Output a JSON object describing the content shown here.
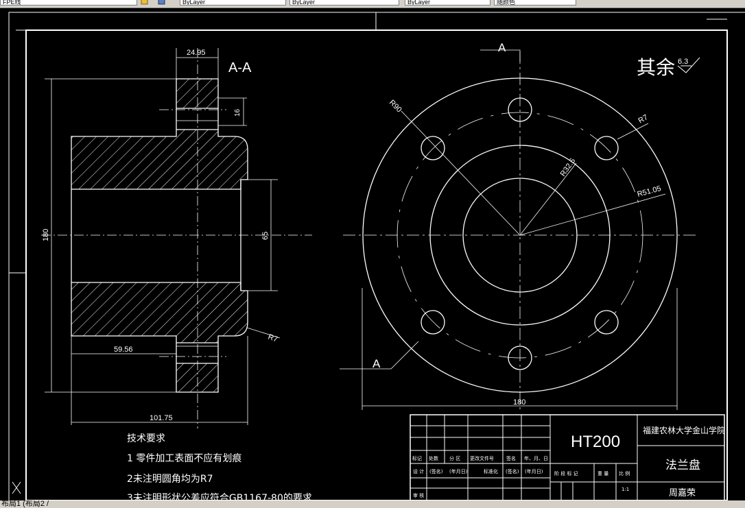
{
  "toolbar": {
    "layer_value": "FPE线",
    "prop_color": "ByLayer",
    "prop_linetype": "ByLayer",
    "prop_lineweight": "ByLayer",
    "prop_plotstyle": "随颜色"
  },
  "drawing": {
    "section_label": "A-A",
    "section_mark": "A",
    "roughness_prefix": "其余",
    "roughness_value": "6.3",
    "dims": {
      "d_24_95": "24.95",
      "d_16": "16",
      "d_180_left": "180",
      "d_65": "65",
      "d_r7_left": "R7",
      "d_59_56": "59.56",
      "d_101_75": "101.75",
      "d_r90": "R90",
      "d_r7_right": "R7",
      "d_r32_5": "R32.5",
      "d_r51_05": "R51.05",
      "d_180_bottom": "180"
    },
    "notes": {
      "title": "技术要求",
      "line1": "1 零件加工表面不应有划痕",
      "line2": "2未注明圆角均为R7",
      "line3": "3未注明形状公差应符合GB1167-80的要求"
    },
    "title_block": {
      "material": "HT200",
      "school": "福建农林大学金山学院",
      "part_name": "法兰盘",
      "designer": "周嘉荣",
      "scale": "1:1",
      "hdr_mark": "标记",
      "hdr_count": "处数",
      "hdr_zone": "分 区",
      "hdr_docno": "更改文件号",
      "hdr_sign": "签名",
      "hdr_date": "年、月、日",
      "row_design": "设 计",
      "row_sign": "(签名)",
      "row_date": "(年月日)",
      "row_std": "标准化",
      "row_review": "审 核",
      "stage": "阶 段 标 记",
      "weight": "重 量",
      "ratio": "比 例"
    }
  },
  "statusbar": {
    "layout_tabs": "布局1 (布局2 /"
  }
}
